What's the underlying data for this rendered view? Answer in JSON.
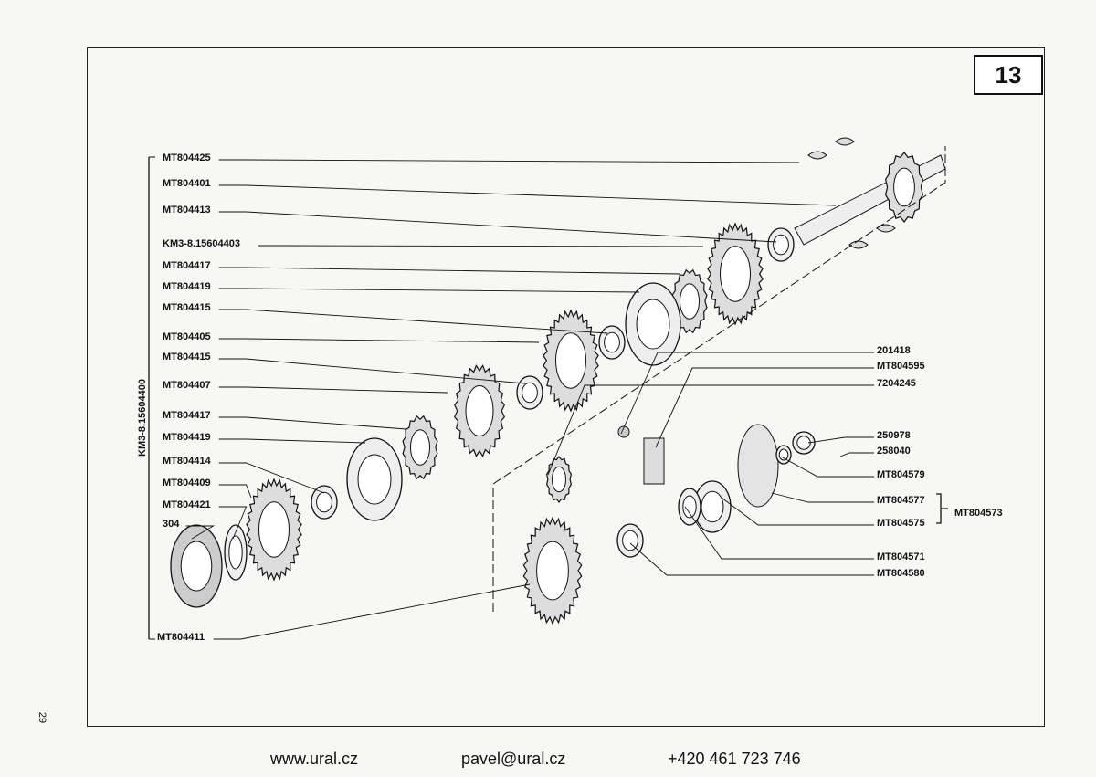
{
  "page_number": "13",
  "side_page_number": "29",
  "assembly_label": "KM3-8.15604400",
  "left_labels": [
    "MT804425",
    "MT804401",
    "MT804413",
    "KM3-8.15604403",
    "MT804417",
    "MT804419",
    "MT804415",
    "MT804405",
    "MT804415",
    "MT804407",
    "MT804417",
    "MT804419",
    "MT804414",
    "MT804409",
    "MT804421",
    "304",
    "MT804411"
  ],
  "right_labels": [
    "201418",
    "MT804595",
    "7204245",
    "250978",
    "258040",
    "MT804579",
    "MT804577",
    "MT804575",
    "MT804571",
    "MT804580"
  ],
  "group_label": "MT804573",
  "footer": {
    "website": "www.ural.cz",
    "email": "pavel@ural.cz",
    "phone": "+420 461 723 746"
  }
}
